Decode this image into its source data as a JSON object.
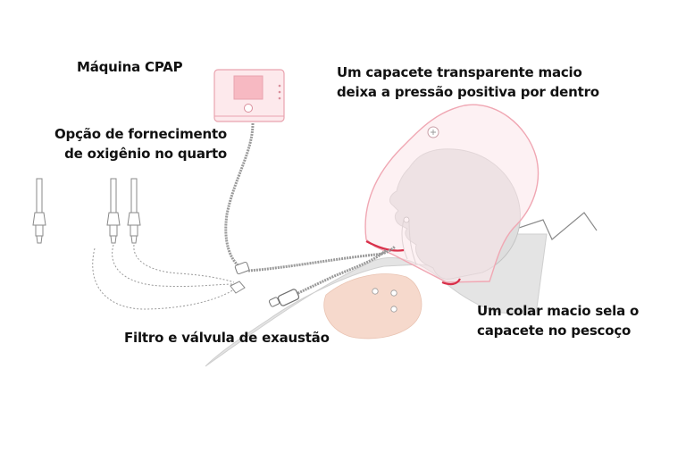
{
  "labels": {
    "cpap_machine": "Máquina CPAP",
    "helmet": [
      "Um capacete transparente macio",
      "deixa a pressão positiva por dentro"
    ],
    "oxygen": [
      "Opção de fornecimento",
      "de oxigênio no quarto"
    ],
    "collar": [
      "Um colar macio sela o",
      "capacete no pescoço"
    ],
    "filter": "Filtro e válvula de exaustão"
  },
  "colors": {
    "helmet_fill": "#fbe6ea",
    "helmet_stroke": "#f0a7b3",
    "collar_red": "#d9304a",
    "screen_pink": "#f7b9c2",
    "body_gray": "#e3e3e3",
    "lungs": "#f6d9cc",
    "hose_gray": "#9a9a9a"
  }
}
